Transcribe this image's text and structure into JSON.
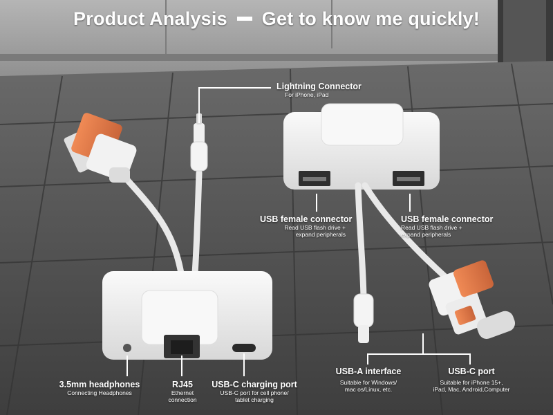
{
  "title": {
    "left": "Product Analysis",
    "right": "Get to know me quickly!"
  },
  "callouts": {
    "lightning": {
      "name": "Lightning Connector",
      "desc": "For iPhone, iPad"
    },
    "usb_female_left": {
      "name": "USB female connector",
      "desc_line1": "Read USB flash drive +",
      "desc_line2": "expand peripherals"
    },
    "usb_female_right": {
      "name": "USB female connector",
      "desc_line1": "Read USB flash drive +",
      "desc_line2": "expand peripherals"
    },
    "headphones": {
      "name": "3.5mm headphones",
      "desc": "Connecting Headphones"
    },
    "rj45": {
      "name": "RJ45",
      "desc_line1": "Ethernet",
      "desc_line2": "connection"
    },
    "usbc_charging": {
      "name": "USB-C charging port",
      "desc_line1": "USB-C port for cell phone/",
      "desc_line2": "tablet charging"
    },
    "usba": {
      "name": "USB-A interface",
      "desc_line1": "Suitable for Windows/",
      "desc_line2": "mac os/Linux, etc."
    },
    "usbc_port": {
      "name": "USB-C port",
      "desc_line1": "Suitable for iPhone 15+,",
      "desc_line2": "iPad, Mac, Android,Computer"
    }
  },
  "colors": {
    "adapter_body": "#eeeeee",
    "connector_orange": "#e07a4a",
    "floor_dark": "#4a4a4a",
    "wall": "#9a9a9a"
  }
}
